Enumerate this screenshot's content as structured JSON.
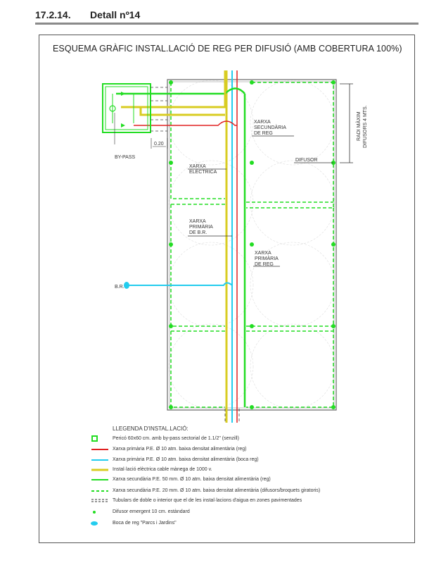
{
  "header": {
    "number": "17.2.14.",
    "title": "Detall nº14"
  },
  "diagram": {
    "title": "ESQUEMA GRÀFIC INSTAL.LACIÓ DE REG PER DIFUSIÓ (AMB COBERTURA 100%)",
    "labels": {
      "bypass": "BY-PASS",
      "dim": "0.20",
      "br": "B.R.",
      "xs1": "XARXA",
      "xs2": "SECUNDÀRIA",
      "xs3": "DE REG",
      "xe1": "XARXA",
      "xe2": "ELÈCTRICA",
      "xb1": "XARXA",
      "xb2": "PRIMÀRIA",
      "xb3": "DE B.R.",
      "xp1": "XARXA",
      "xp2": "PRIMÀRIA",
      "xp3": "DE REG",
      "difusor": "DIFUSOR",
      "radi1": "RADI MÀXIM",
      "radi2": "DIFUSORS 4 MTS."
    },
    "colors": {
      "green": "#22dd22",
      "red": "#e02020",
      "cyan": "#22ccee",
      "yellow": "#d8cc22"
    }
  },
  "legend": {
    "title": "LLEGENDA D'INSTAL.LACIÓ:",
    "items": [
      {
        "icon": "square-green",
        "text": "Pericó 60x60 cm. amb by-pass sectorial de 1.1/2\" (senzill)"
      },
      {
        "icon": "line-red",
        "text": "Xarxa primària P.E. Ø 10 atm. baixa densitat alimentària (reg)"
      },
      {
        "icon": "line-cyan",
        "text": "Xarxa primària P.E.  Ø 10 atm. baixa densitat alimentària (boca reg)"
      },
      {
        "icon": "line-yellow",
        "text": "Instal·lació elèctrica cable mànega de 1000 v."
      },
      {
        "icon": "line-green",
        "text": "Xarxa secundària P.E. 50 mm. Ø 10 atm. baixa densitat alimentària (reg)"
      },
      {
        "icon": "dashed-green",
        "text": "Xarxa secundària P.E. 20 mm. Ø 10 atm. baixa densitat alimentària (difusors/broquets giratoris)"
      },
      {
        "icon": "double-dashed-black",
        "text": "Tubulars de doble o interior que el de les instal·lacions d'aigua en zones pavimentades"
      },
      {
        "icon": "dot-green",
        "text": "Difusor emergent 10 cm. estàndard"
      },
      {
        "icon": "ellipse-cyan",
        "text": "Boca de reg \"Parcs i Jardins\""
      }
    ]
  }
}
